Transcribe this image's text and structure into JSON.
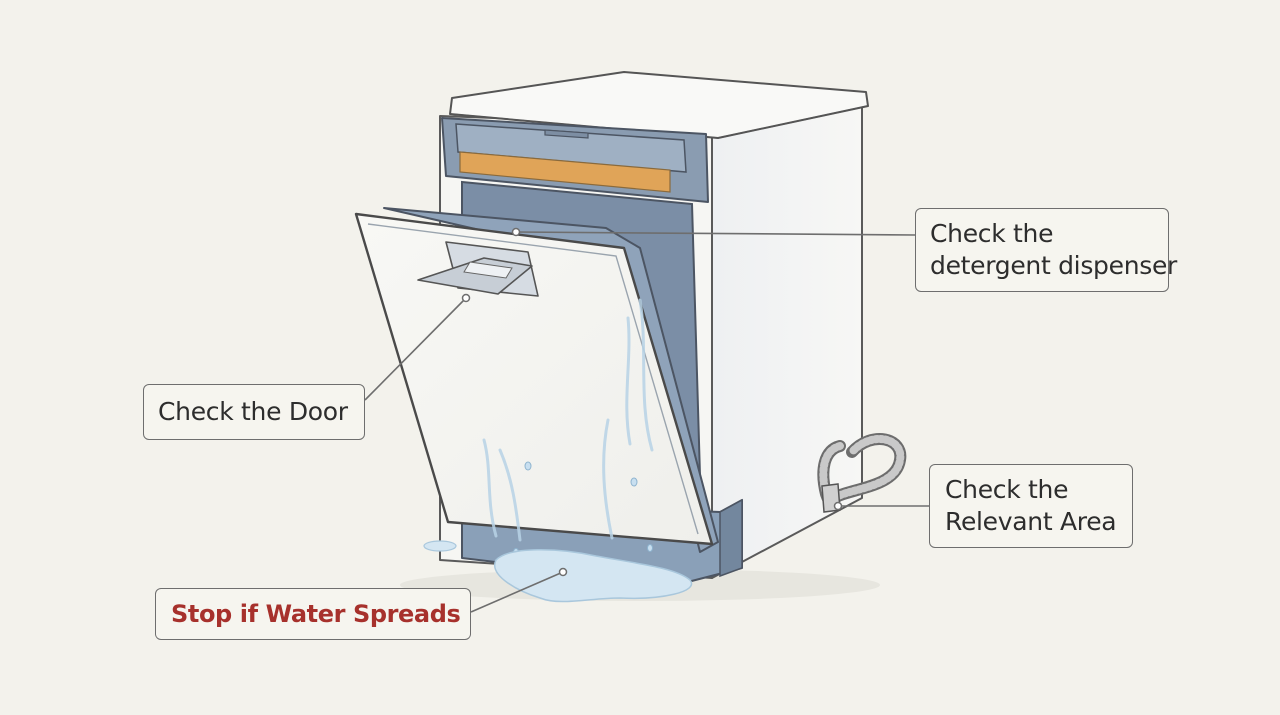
{
  "diagram": {
    "callouts": {
      "dispenser": {
        "line1": "Check the",
        "line2": "detergent dispenser"
      },
      "door": {
        "label": "Check the Door"
      },
      "relevant_area": {
        "line1": "Check the",
        "line2": "Relevant Area"
      },
      "stop": {
        "label": "Stop if Water Spreads"
      }
    },
    "colors": {
      "background": "#f3f2ec",
      "appliance_body": "#f7f6f2",
      "panel_blue": "#7b8ea6",
      "control_strip_orange": "#e0a458",
      "water": "#cfe3f0",
      "warning_text": "#a7312c"
    }
  }
}
